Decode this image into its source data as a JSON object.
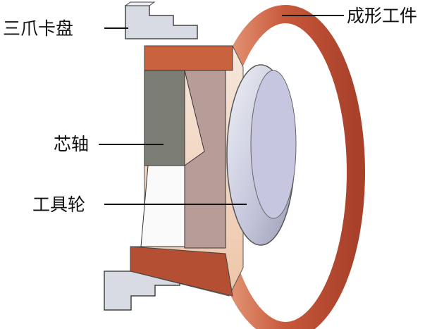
{
  "labels": {
    "chuck": "三爪卡盘",
    "workpiece": "成形工件",
    "mandrel": "芯轴",
    "tool_wheel": "工具轮"
  },
  "colors": {
    "copper": "#c8603f",
    "copper_light": "#e79a7a",
    "mandrel_dark": "#7a7a72",
    "tool_wheel": "#b89a98",
    "disk": "#c9c9de",
    "jaw": "#d6d8e2"
  }
}
